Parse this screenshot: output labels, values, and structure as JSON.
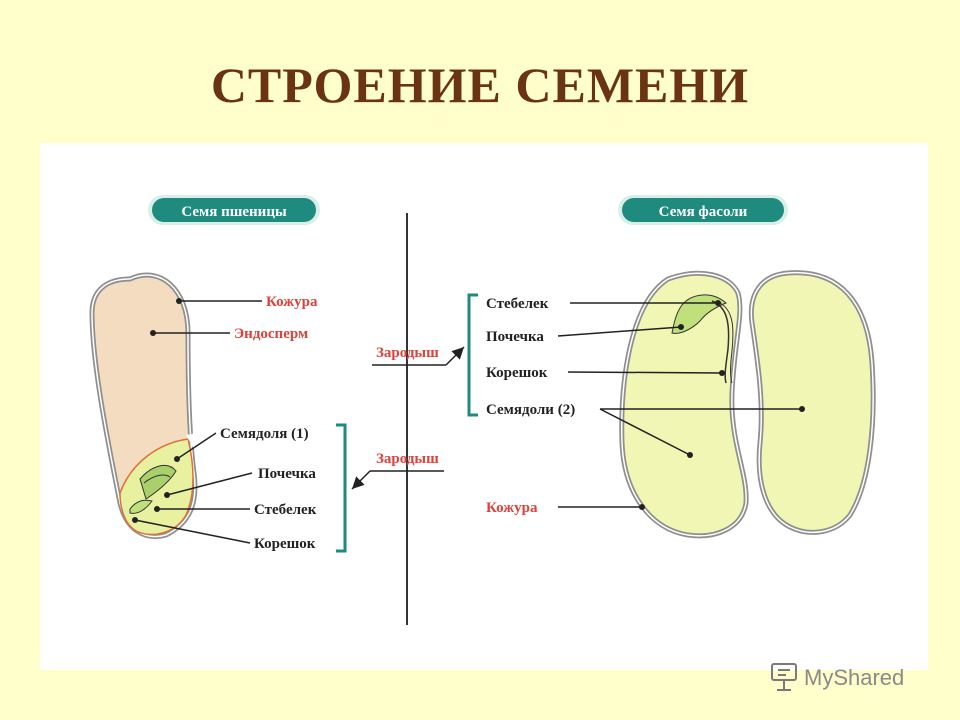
{
  "slide": {
    "title": "СТРОЕНИЕ СЕМЕНИ"
  },
  "wheat": {
    "header": "Семя пшеницы",
    "labels": {
      "skin": "Кожура",
      "endosperm": "Эндосперм",
      "cotyledon": "Семядоля (1)",
      "bud": "Почечка",
      "stem": "Стебелек",
      "root": "Корешок"
    },
    "embryo": "Зародыш"
  },
  "bean": {
    "header": "Семя фасоли",
    "labels": {
      "stem": "Стебелек",
      "bud": "Почечка",
      "root": "Корешок",
      "cotyledons": "Семядоли (2)",
      "skin": "Кожура"
    },
    "embryo": "Зародыш"
  },
  "colors": {
    "title": "#6b3410",
    "background": "#ffffcc",
    "header_badge": "#1f8a7e",
    "red_label": "#e0403a",
    "endosperm": "#f3dcc0",
    "bean_fill": "#f1f6b4",
    "embryo_green": "#bfe07a"
  },
  "watermark": {
    "text": "MyShared"
  }
}
